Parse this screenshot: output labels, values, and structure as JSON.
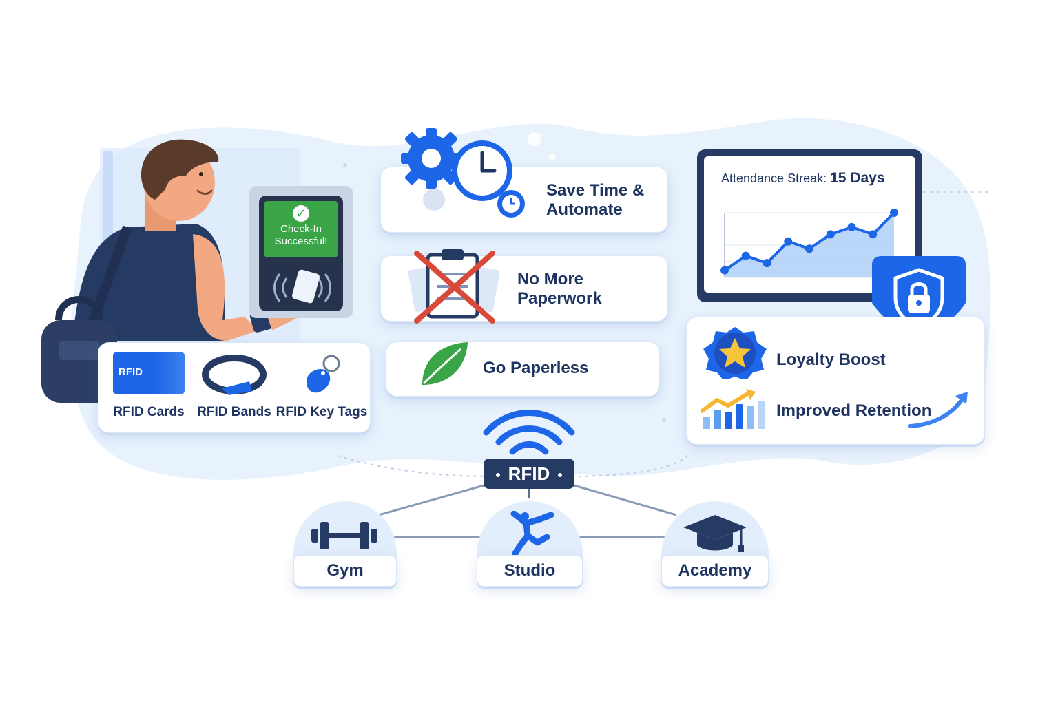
{
  "kiosk": {
    "checkin_line1": "Check-In",
    "checkin_line2": "Successful!"
  },
  "rfid_items": [
    {
      "label": "RFID Cards",
      "card_text": "RFID",
      "icon": "rfid-card-icon"
    },
    {
      "label": "RFID Bands",
      "icon": "rfid-band-icon"
    },
    {
      "label": "RFID Key Tags",
      "icon": "key-tag-icon"
    }
  ],
  "features": [
    {
      "line1": "Save Time &",
      "line2": "Automate",
      "icon": "gear-clock-icon"
    },
    {
      "line1": "No More",
      "line2": "Paperwork",
      "icon": "crossed-clipboard-icon"
    },
    {
      "line1": "Go Paperless",
      "line2": "",
      "icon": "leaf-icon"
    }
  ],
  "dashboard": {
    "streak_label": "Attendance Streak",
    "streak_value": "15 Days",
    "chart_values": [
      1,
      3,
      2,
      5,
      4,
      6,
      7,
      6,
      9
    ]
  },
  "benefits": [
    {
      "label": "Loyalty Boost",
      "icon": "star-badge-icon"
    },
    {
      "label": "Improved Retention",
      "icon": "growth-bars-icon"
    }
  ],
  "hub": {
    "label": "RFID"
  },
  "venues": [
    {
      "label": "Gym",
      "icon": "dumbbell-icon"
    },
    {
      "label": "Studio",
      "icon": "dancer-icon"
    },
    {
      "label": "Academy",
      "icon": "graduation-cap-icon"
    }
  ],
  "colors": {
    "primary": "#1e66e8",
    "navy": "#1e3360",
    "success": "#3aa547",
    "danger": "#d9493a",
    "blob": "#e7f1fd"
  }
}
